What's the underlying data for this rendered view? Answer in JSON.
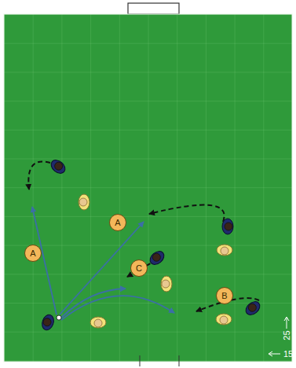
{
  "diagram": {
    "nodes": [
      {
        "text": [
          "A"
        ]
      },
      {
        "text": [
          "A"
        ]
      },
      {
        "text": [
          "C"
        ]
      },
      {
        "text": [
          "B"
        ]
      }
    ],
    "labels": [
      "25",
      "15"
    ]
  }
}
